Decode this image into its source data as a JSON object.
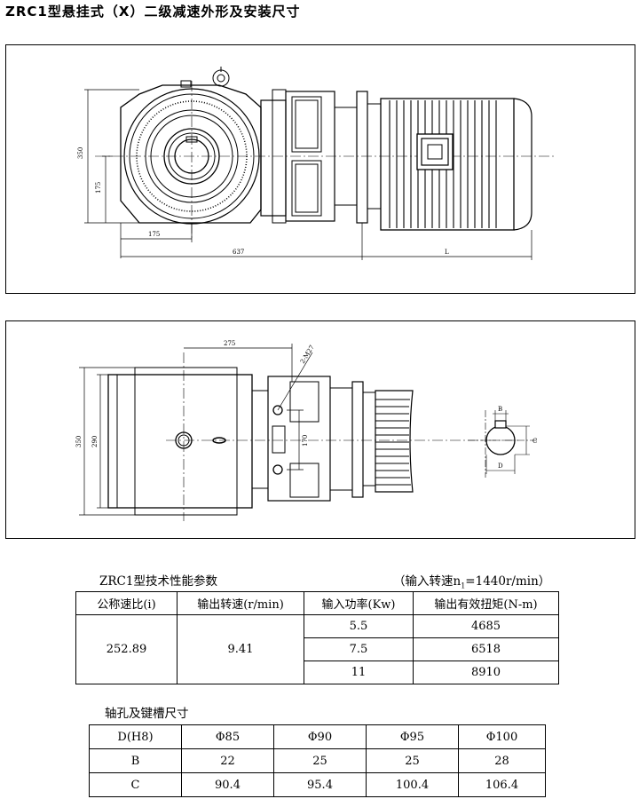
{
  "title": "ZRC1型悬挂式（X）二级减速外形及安装尺寸",
  "view1": {
    "dims": {
      "h350": "350",
      "h175": "175",
      "w175": "175",
      "w637": "637",
      "L": "L"
    }
  },
  "view2": {
    "dims": {
      "w275": "275",
      "bolt": "2-M27",
      "h350": "350",
      "h290": "290",
      "h170": "170",
      "B": "B",
      "C": "C",
      "D": "D"
    }
  },
  "perf": {
    "title": "ZRC1型技术性能参数",
    "note_pre": "（输入转速n",
    "note_sub": "1",
    "note_post": "=1440r/min）",
    "headers": [
      "公称速比(i)",
      "输出转速(r/min)",
      "输入功率(Kw)",
      "输出有效扭矩(N-m)"
    ],
    "ratio": "252.89",
    "speed": "9.41",
    "rows": [
      {
        "power": "5.5",
        "torque": "4685"
      },
      {
        "power": "7.5",
        "torque": "6518"
      },
      {
        "power": "11",
        "torque": "8910"
      }
    ]
  },
  "bore": {
    "title": "轴孔及键槽尺寸",
    "rows": [
      [
        "D(H8)",
        "Φ85",
        "Φ90",
        "Φ95",
        "Φ100"
      ],
      [
        "B",
        "22",
        "25",
        "25",
        "28"
      ],
      [
        "C",
        "90.4",
        "95.4",
        "100.4",
        "106.4"
      ]
    ]
  }
}
